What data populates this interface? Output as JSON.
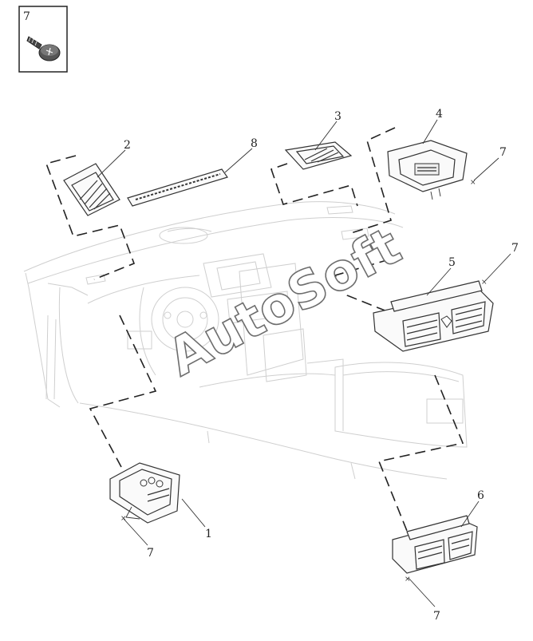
{
  "inset": {
    "label": "7",
    "icon": "screw-icon"
  },
  "callouts": [
    {
      "id": "c1",
      "text": "1"
    },
    {
      "id": "c2",
      "text": "2"
    },
    {
      "id": "c3",
      "text": "3"
    },
    {
      "id": "c4",
      "text": "4"
    },
    {
      "id": "c5",
      "text": "5"
    },
    {
      "id": "c6",
      "text": "6"
    },
    {
      "id": "c7a",
      "text": "7"
    },
    {
      "id": "c7b",
      "text": "7"
    },
    {
      "id": "c7c",
      "text": "7"
    },
    {
      "id": "c7d",
      "text": "7"
    },
    {
      "id": "c8",
      "text": "8"
    }
  ],
  "watermark": "AutoSoft",
  "colors": {
    "line": "#333333",
    "ghost": "#cfcfcf",
    "watermark_stroke": "#6d6d6d"
  }
}
